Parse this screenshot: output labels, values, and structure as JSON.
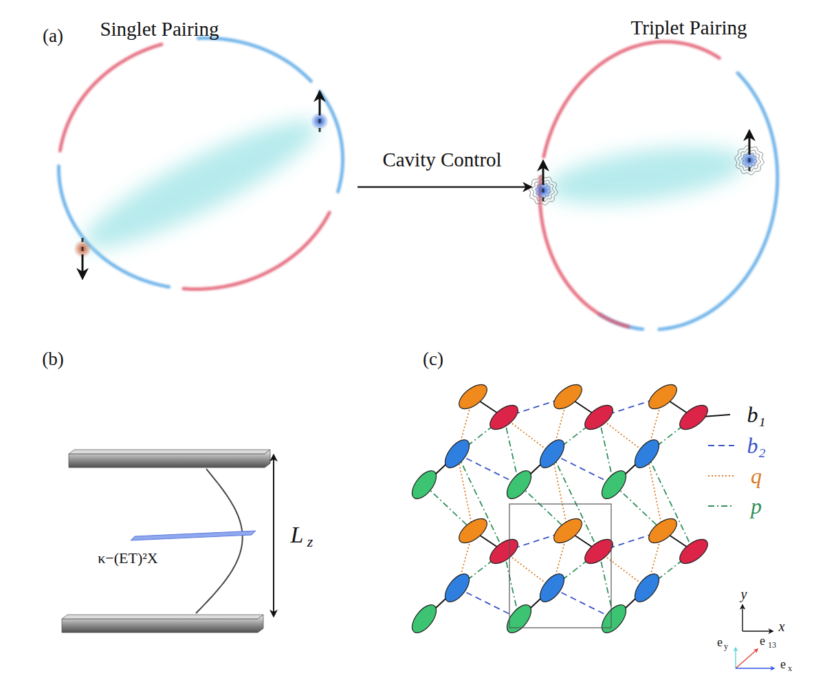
{
  "diagram": {
    "labels": [
      "(a)",
      "Singlet Pairing",
      "Triplet Pairing",
      "Cavity Control",
      "(b)",
      "κ−(ET)²X",
      "L",
      "z",
      "(c)",
      "y",
      "x",
      "e",
      "y",
      "e",
      "13",
      "e",
      "x"
    ],
    "legend": [
      {
        "text": "b₁"
      },
      {
        "text": "b₂"
      },
      {
        "text": "q"
      },
      {
        "text": "p"
      }
    ]
  }
}
